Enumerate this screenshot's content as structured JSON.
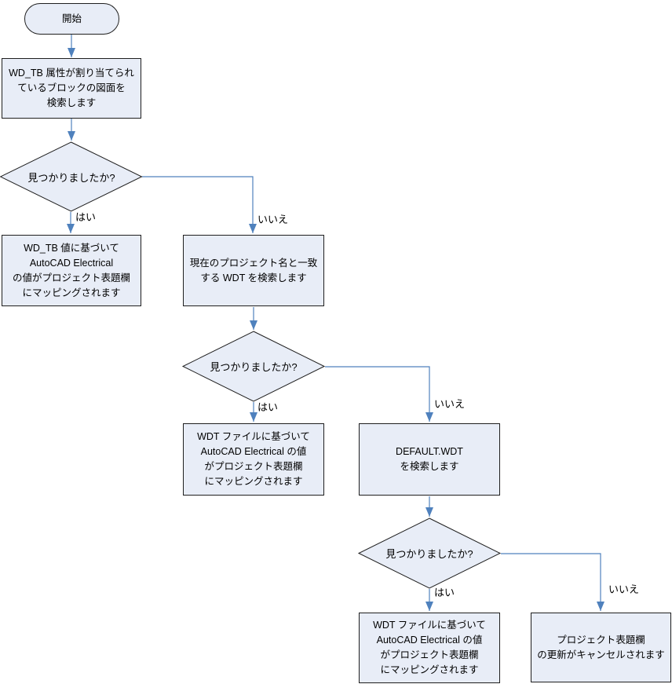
{
  "diagram": {
    "type": "flowchart",
    "language": "ja",
    "colors": {
      "node_fill": "#e8edf7",
      "node_border": "#1f1f1f",
      "connector": "#4f81bd",
      "text": "#000000",
      "background": "#ffffff"
    },
    "nodes": {
      "start": {
        "label": "開始"
      },
      "search_wdtb": {
        "lines": [
          "WD_TB 属性が割り当てられ",
          "ているブロックの図面を",
          "検索します"
        ]
      },
      "decision1": {
        "label": "見つかりましたか?"
      },
      "map_wdtb": {
        "lines": [
          "WD_TB 値に基づいて",
          "AutoCAD Electrical",
          "の値がプロジェクト表題欄",
          "にマッピングされます"
        ]
      },
      "search_project_wdt": {
        "lines": [
          "現在のプロジェクト名と一致",
          "する WDT を検索します"
        ]
      },
      "decision2": {
        "label": "見つかりましたか?"
      },
      "map_wdt_file": {
        "lines": [
          "WDT ファイルに基づいて",
          "AutoCAD Electrical の値",
          "がプロジェクト表題欄",
          "にマッピングされます"
        ]
      },
      "search_default_wdt": {
        "lines": [
          "DEFAULT.WDT",
          "を検索します"
        ]
      },
      "decision3": {
        "label": "見つかりましたか?"
      },
      "map_wdt_file2": {
        "lines": [
          "WDT ファイルに基づいて",
          "AutoCAD Electrical の値",
          "がプロジェクト表題欄",
          "にマッピングされます"
        ]
      },
      "cancel_update": {
        "lines": [
          "プロジェクト表題欄",
          "の更新がキャンセルされます"
        ]
      }
    },
    "edge_labels": {
      "yes": "はい",
      "no": "いいえ"
    }
  }
}
